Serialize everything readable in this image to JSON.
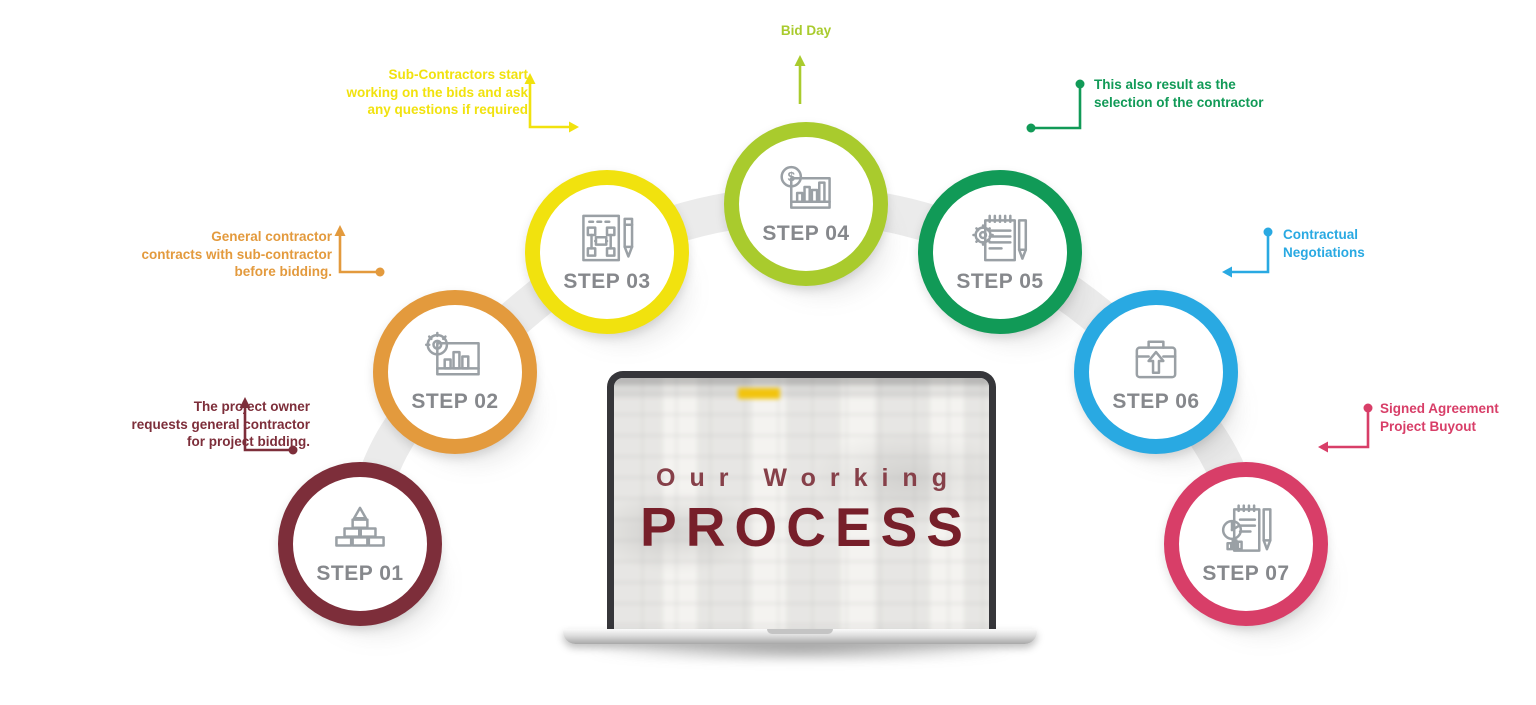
{
  "title": {
    "kicker": "Our Working",
    "main": "PROCESS"
  },
  "steps": [
    {
      "label": "STEP 01",
      "color": "#7d2e3a",
      "icon": "bricks-pyramid-icon",
      "annotation": "The project owner\nrequests general contractor\nfor project bidding."
    },
    {
      "label": "STEP 02",
      "color": "#e39a3d",
      "icon": "market-analysis-eye-chart-icon",
      "annotation": "General contractor\ncontracts with sub-contractor\nbefore bidding."
    },
    {
      "label": "STEP 03",
      "color": "#f1e20e",
      "icon": "blueprint-pencil-icon",
      "annotation": "Sub-Contractors start\nworking on the bids and ask\nany questions if required"
    },
    {
      "label": "STEP 04",
      "color": "#a9cb2d",
      "icon": "dollar-bid-chart-icon",
      "annotation": "Bid Day"
    },
    {
      "label": "STEP 05",
      "color": "#119a57",
      "icon": "gear-notepad-pencil-icon",
      "annotation": "This also result as the\nselection of the contractor"
    },
    {
      "label": "STEP 06",
      "color": "#29a9e2",
      "icon": "briefcase-arrow-icon",
      "annotation": "Contractual\nNegotiations"
    },
    {
      "label": "STEP 07",
      "color": "#d83e68",
      "icon": "report-pie-pencil-icon",
      "annotation": "Signed Agreement\nProject Buyout"
    }
  ]
}
